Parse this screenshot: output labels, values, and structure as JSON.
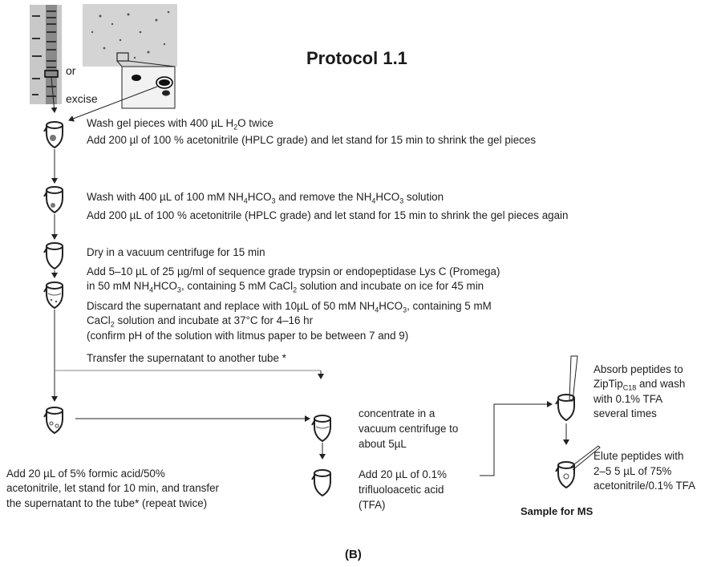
{
  "title": "Protocol 1.1",
  "caption": "(B)",
  "gel_labels": {
    "or": "or",
    "excise": "excise"
  },
  "steps": {
    "s1_line1": [
      "Wash gel pieces with 400 µL H",
      "2",
      "O twice"
    ],
    "s1_line2": "Add 200 µl of 100 % acetonitrile (HPLC grade) and let stand for 15 min to shrink the gel pieces",
    "s2_line1": [
      "Wash with 400 µL of 100 mM NH",
      "4",
      "HCO",
      "3",
      " and remove the NH",
      "4",
      "HCO",
      "3",
      "  solution"
    ],
    "s2_line2": "Add 200 µL of 100 % acetonitrile (HPLC grade) and let stand for 15 min to shrink the gel pieces again",
    "s3_line1": "Dry in a vacuum centrifuge for 15 min",
    "s3_line2": "Add 5–10 µL of 25 µg/ml of sequence grade trypsin or endopeptidase Lys C (Promega)",
    "s3_line3": [
      "in 50 mM NH",
      "4",
      "HCO",
      "3",
      ", containing 5 mM CaCl",
      "2",
      " solution and incubate on ice for 45 min"
    ],
    "s4_line1": [
      "Discard the supernatant and replace with 10µL of 50 mM NH",
      "4",
      "HCO",
      "3",
      ", containing 5 mM"
    ],
    "s4_line2": [
      "CaCl",
      "2",
      " solution and incubate at 37°C for 4–16 hr"
    ],
    "s4_line3": "(confirm pH of the solution with litmus paper to be  between 7 and 9)",
    "transfer": "Transfer the supernatant to another tube *"
  },
  "left_branch": {
    "line1": "Add 20 µL of 5% formic acid/50%",
    "line2": "acetonitrile, let stand for 10 min, and transfer",
    "line3": "the supernatant to the tube* (repeat twice)"
  },
  "middle_branch": {
    "conc1": "concentrate in a",
    "conc2": "vacuum centrifuge to",
    "conc3": "about 5µL",
    "tfa1": "Add 20 µL of 0.1%",
    "tfa2": "trifluoloacetic acid",
    "tfa3": "(TFA)"
  },
  "right_branch": {
    "abs1": "Absorb peptides to",
    "abs2": [
      "ZipTip",
      "C18",
      " and wash"
    ],
    "abs3": "with 0.1% TFA",
    "abs4": "several times",
    "elu1": "Elute peptides with",
    "elu2": "2–5 5 µL of 75%",
    "elu3": "acetonitrile/0.1% TFA",
    "sample": "Sample for MS"
  }
}
